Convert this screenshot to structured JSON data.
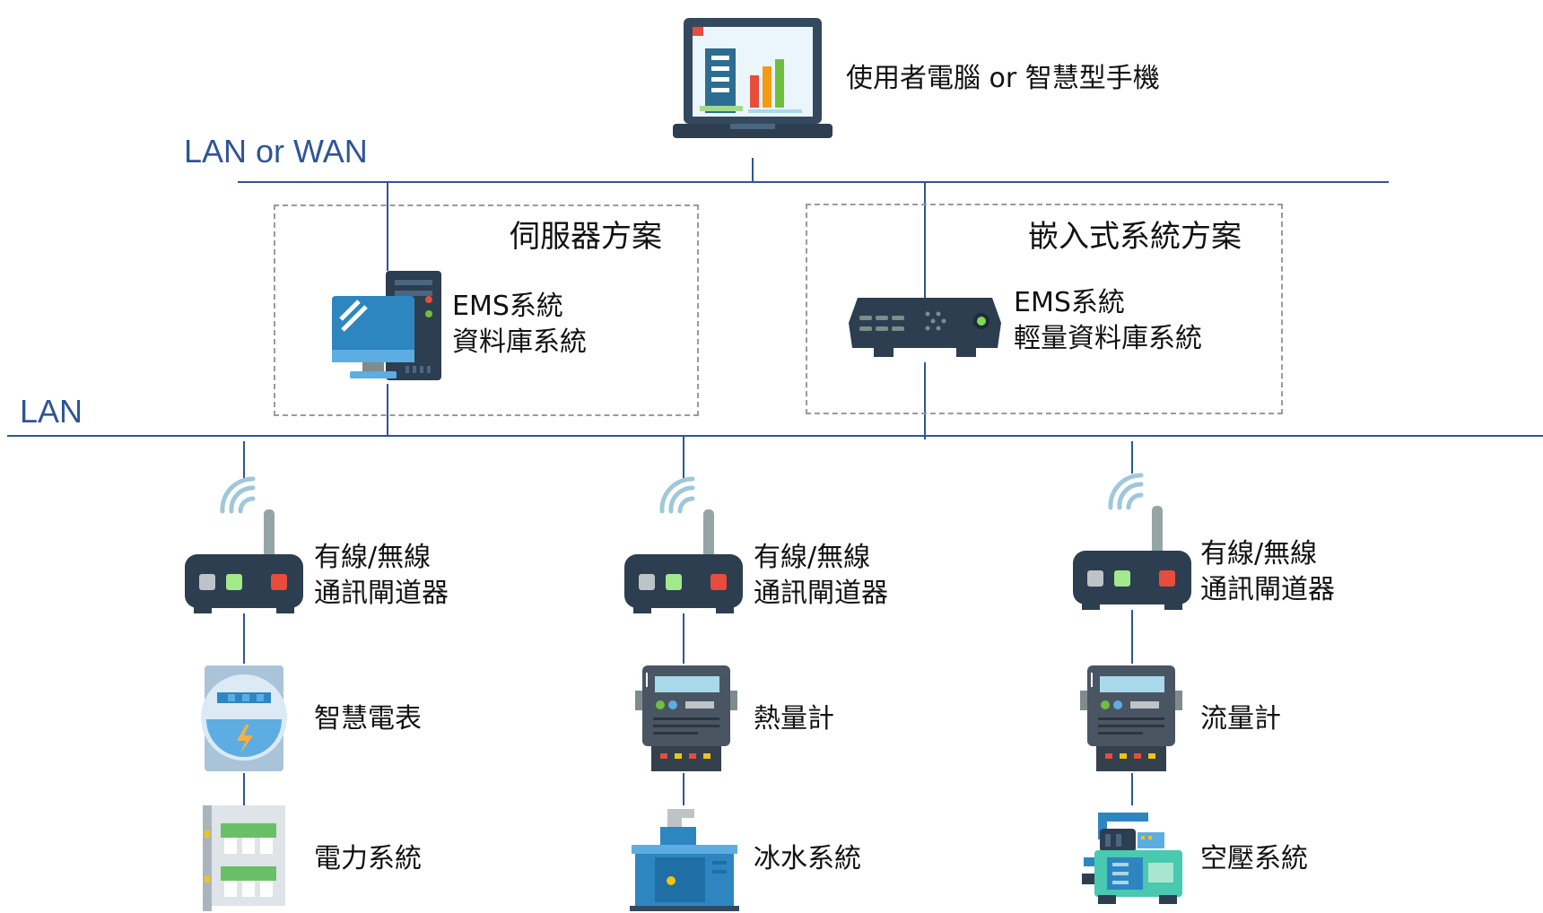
{
  "user_device": {
    "label": "使用者電腦 or 智慧型手機"
  },
  "networks": {
    "upper": "LAN or WAN",
    "lower": "LAN"
  },
  "server_solution": {
    "title": "伺服器方案",
    "line1": "EMS系統",
    "line2": "資料庫系統"
  },
  "embedded_solution": {
    "title": "嵌入式系統方案",
    "line1": "EMS系統",
    "line2": "輕量資料庫系統"
  },
  "columns": [
    {
      "gateway_line1": "有線/無線",
      "gateway_line2": "通訊閘道器",
      "meter": "智慧電表",
      "system": "電力系統"
    },
    {
      "gateway_line1": "有線/無線",
      "gateway_line2": "通訊閘道器",
      "meter": "熱量計",
      "system": "冰水系統"
    },
    {
      "gateway_line1": "有線/無線",
      "gateway_line2": "通訊閘道器",
      "meter": "流量計",
      "system": "空壓系統"
    }
  ],
  "colors": {
    "network_line": "#2f5597",
    "dashed_border": "#9a9a9a"
  }
}
